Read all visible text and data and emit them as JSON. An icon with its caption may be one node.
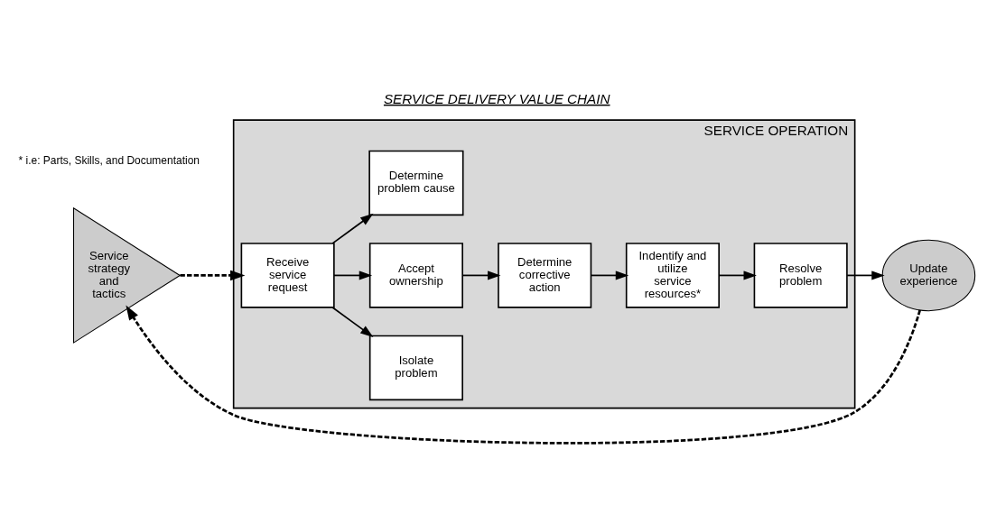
{
  "diagram": {
    "title": "SERVICE DELIVERY VALUE CHAIN",
    "nodes": [
      {
        "text": [
          "Service strategy and tactics"
        ]
      },
      {
        "text": [
          "SERVICE OPERATION"
        ]
      },
      {
        "text": [
          "Receive service request"
        ],
        "in": 1
      },
      {
        "text": [
          "Isolate problem"
        ],
        "in": 1
      },
      {
        "text": [
          "Accept ownership"
        ],
        "in": 1
      },
      {
        "text": [
          "Determine problem cause"
        ],
        "in": 1
      },
      {
        "text": [
          "Determine corrective action"
        ],
        "in": 1
      },
      {
        "text": [
          "Indentify and utilize service resources*"
        ],
        "in": 1
      },
      {
        "text": [
          "Resolve problem"
        ],
        "in": 1
      },
      {
        "text": [
          "Update experience"
        ]
      }
    ],
    "edges": [
      {
        "from": 0,
        "to": 2,
        "arrow": "to",
        "style": "dashed"
      },
      {
        "from": 2,
        "to": 3,
        "arrow": "to"
      },
      {
        "from": 2,
        "to": 4,
        "arrow": "to"
      },
      {
        "from": 2,
        "to": 5,
        "arrow": "to"
      },
      {
        "from": 4,
        "to": 6,
        "arrow": "to"
      },
      {
        "from": 6,
        "to": 7,
        "arrow": "to"
      },
      {
        "from": 7,
        "to": 8,
        "arrow": "to"
      },
      {
        "from": 8,
        "to": 9,
        "arrow": "to"
      },
      {
        "from": 9,
        "to": 0,
        "arrow": "to",
        "style": "dashed"
      }
    ],
    "labels": [
      "* i.e: Parts, Skills, and Documentation"
    ]
  }
}
